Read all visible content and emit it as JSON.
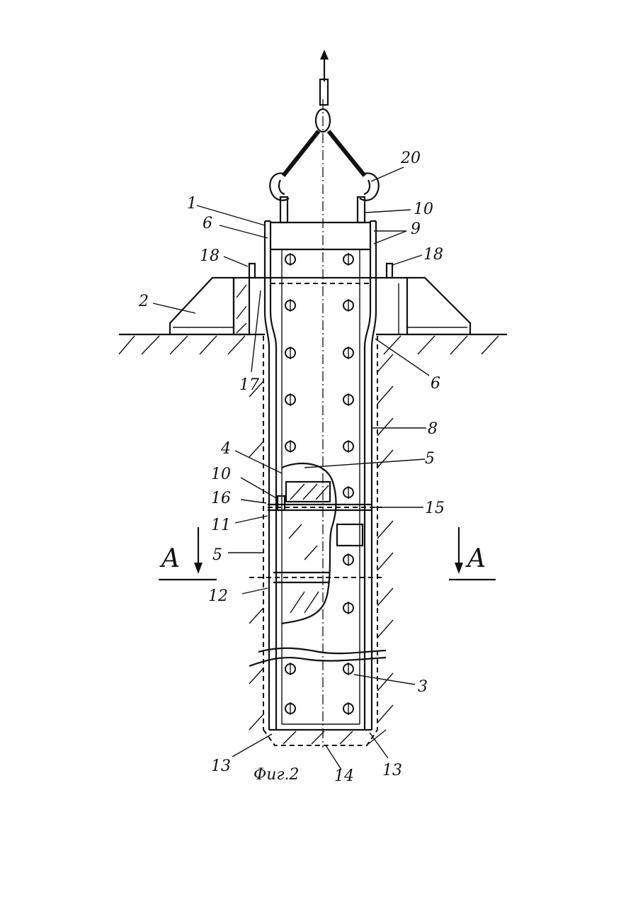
{
  "figure": {
    "caption": "Фиг.2",
    "section_marks": [
      "A",
      "A"
    ],
    "labels": {
      "l1": "1",
      "l2": "2",
      "l3": "3",
      "l4": "4",
      "l5a": "5",
      "l5b": "5",
      "l6a": "6",
      "l6b": "6",
      "l8": "8",
      "l9": "9",
      "l10a": "10",
      "l10b": "10",
      "l11": "11",
      "l12": "12",
      "l13a": "13",
      "l13b": "13",
      "l14": "14",
      "l15": "15",
      "l16": "16",
      "l17": "17",
      "l18a": "18",
      "l18b": "18",
      "l20": "20"
    }
  },
  "colors": {
    "ink": "#111111",
    "paper": "#ffffff"
  }
}
